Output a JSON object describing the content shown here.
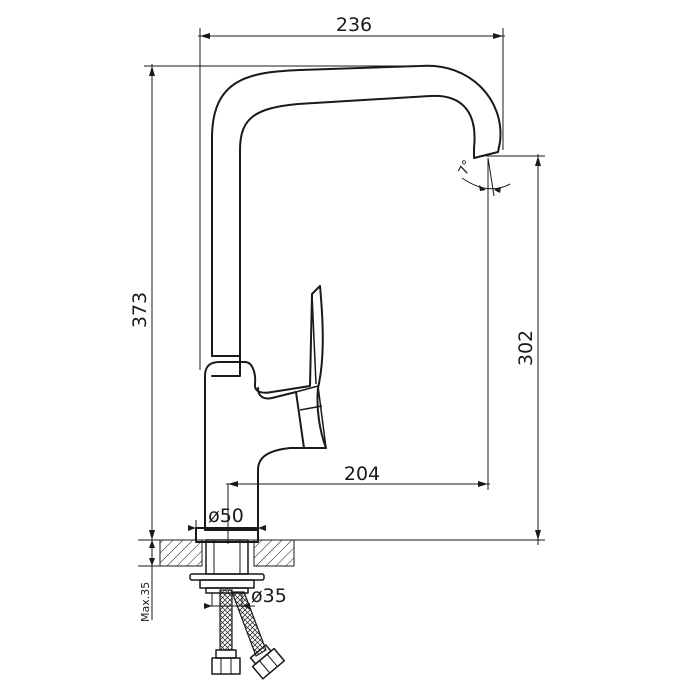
{
  "dimensions": {
    "width_top": "236",
    "total_height": "373",
    "spout_height": "302",
    "reach": "204",
    "base_diameter": "ø50",
    "hole_diameter": "ø35",
    "max_deck_thickness": "Max.35",
    "spout_angle": "7°"
  }
}
